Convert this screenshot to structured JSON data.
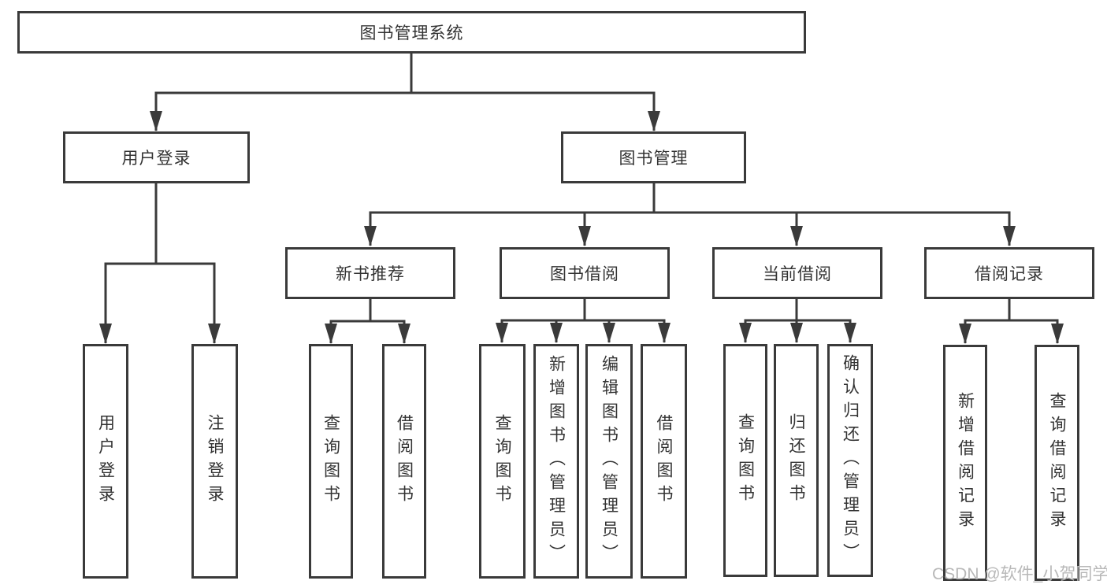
{
  "diagram": {
    "root": {
      "label": "图书管理系统"
    },
    "level2": [
      {
        "label": "用户登录"
      },
      {
        "label": "图书管理"
      }
    ],
    "login_children": [
      {
        "label": "用户登录"
      },
      {
        "label": "注销登录"
      }
    ],
    "level3": [
      {
        "label": "新书推荐"
      },
      {
        "label": "图书借阅"
      },
      {
        "label": "当前借阅"
      },
      {
        "label": "借阅记录"
      }
    ],
    "new_book_children": [
      {
        "label": "查询图书"
      },
      {
        "label": "借阅图书"
      }
    ],
    "book_borrow_children": [
      {
        "label": "查询图书"
      },
      {
        "label": "新增图书（管理员）"
      },
      {
        "label": "编辑图书（管理员）"
      },
      {
        "label": "借阅图书"
      }
    ],
    "current_borrow_children": [
      {
        "label": "查询图书"
      },
      {
        "label": "归还图书"
      },
      {
        "label": "确认归还（管理员）"
      }
    ],
    "record_children": [
      {
        "label": "新增借阅记录"
      },
      {
        "label": "查询借阅记录"
      }
    ]
  },
  "colors": {
    "line": "#3a3a3a",
    "text": "#333333",
    "background": "#ffffff",
    "watermark": "#b8b8b8"
  },
  "watermark": {
    "text": "CSDN @软件_小贺同学"
  }
}
